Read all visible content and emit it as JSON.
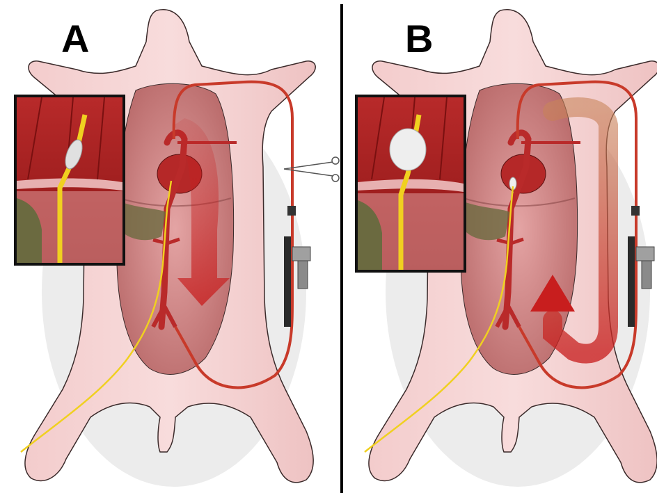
{
  "panels": [
    {
      "id": "A",
      "label": "A",
      "balloon_inflated": false,
      "flow_direction": "down"
    },
    {
      "id": "B",
      "label": "B",
      "balloon_inflated": true,
      "flow_direction": "up"
    }
  ],
  "colors": {
    "background": "#ffffff",
    "skin": "#f5d3d3",
    "skin_outline": "#3a2a2a",
    "cavity": "#d58a8a",
    "vessel": "#b92a2a",
    "catheter": "#f0d020",
    "tubing": "#c83a2a",
    "arrow": "#c81e1e",
    "balloon": "#e8e8e8",
    "divider": "#000000"
  },
  "icons": [
    "scissors-clamp-icon",
    "pump-icon",
    "balloon-catheter-icon",
    "flow-arrow-icon"
  ]
}
